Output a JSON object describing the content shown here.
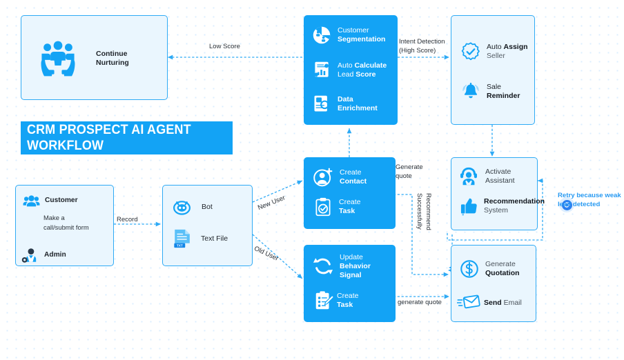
{
  "title": "CRM PROSPECT AI AGENT WORKFLOW",
  "nodes": {
    "continue_nurturing": {
      "name": "continue-nurturing",
      "style": "light",
      "items": [
        {
          "icon": "nurture-hands-people-icon",
          "text": "Continue\nNurturing",
          "bold": "Continue Nurturing"
        }
      ]
    },
    "customer_admin": {
      "name": "customer-admin",
      "style": "light",
      "items": [
        {
          "icon": "customer-group-icon",
          "text": "Customer"
        },
        {
          "icon": "admin-person-icon",
          "text": "Admin"
        }
      ],
      "inner_label": "Make a\ncall/submit form"
    },
    "bot_textfile": {
      "name": "bot-text-file",
      "style": "light",
      "items": [
        {
          "icon": "bot-icon",
          "text": "Bot"
        },
        {
          "icon": "text-file-icon",
          "text": "Text File"
        }
      ]
    },
    "segmentation": {
      "name": "customer-segmentation",
      "style": "solid",
      "items": [
        {
          "icon": "pie-chart-users-icon",
          "text_plain": "Customer",
          "text_bold": "Segmentation"
        },
        {
          "icon": "lead-score-chart-icon",
          "text_plain": "Auto ",
          "text_bold": "Calculate",
          "text_plain2": "Lead ",
          "text_bold2": "Score"
        },
        {
          "icon": "data-enrichment-icon",
          "text_bold": "Data",
          "text_bold2": "Enrichment"
        }
      ]
    },
    "auto_assign": {
      "name": "auto-assign-seller",
      "style": "light",
      "items": [
        {
          "icon": "verified-check-badge-icon",
          "text_plain": "Auto ",
          "text_bold": "Assign",
          "text_plain2": "Seller"
        },
        {
          "icon": "bell-reminder-icon",
          "text_plain": "Sale ",
          "text_bold": "Reminder"
        }
      ]
    },
    "create_contact": {
      "name": "create-contact-task",
      "style": "solid",
      "items": [
        {
          "icon": "add-contact-icon",
          "text_plain": "Create",
          "text_bold": "Contact"
        },
        {
          "icon": "task-clipboard-check-icon",
          "text_plain": "Create",
          "text_bold": "Task"
        }
      ]
    },
    "activate_assistant": {
      "name": "activate-assistant-recommendation",
      "style": "light",
      "items": [
        {
          "icon": "headset-assistant-icon",
          "text_plain": "Activate",
          "text_plain2": "Assistant"
        },
        {
          "icon": "thumbs-up-icon",
          "text_bold": "Recommendation",
          "text_plain2": "System"
        }
      ]
    },
    "update_behavior": {
      "name": "update-behavior-signal",
      "style": "solid",
      "items": [
        {
          "icon": "refresh-cycle-icon",
          "text_plain": "Update",
          "text_bold": "Behavior",
          "text_bold2": "Signal"
        },
        {
          "icon": "create-task-pencil-icon",
          "text_plain": "Create",
          "text_bold": "Task"
        }
      ]
    },
    "generate_quotation": {
      "name": "generate-quotation-send-email",
      "style": "light",
      "items": [
        {
          "icon": "dollar-circle-icon",
          "text_plain": "Generate",
          "text_bold": "Quotation"
        },
        {
          "icon": "send-email-icon",
          "text_bold": "Send",
          "text_plain2": " Email"
        }
      ]
    }
  },
  "edge_labels": {
    "low_score": "Low Score",
    "intent_detection": "Intent Detection\n(High Score)",
    "record": "Record",
    "new_user": "New User",
    "old_user": "Old User",
    "generate_quote_top": "Generate\nquote",
    "recommend_successfully": "Recommend\nSuccessfully",
    "generate_quote_bottom": "generate quote"
  },
  "retry_note": {
    "icon": "retry-refresh-icon",
    "text": "Retry because weak lead detected"
  },
  "colors": {
    "accent_blue": "#13a3f5",
    "light_fill": "#eaf6fe",
    "border_blue": "#2eaaf5",
    "note_blue": "#2a9bf2",
    "dot_grid": "#dbeeff"
  }
}
